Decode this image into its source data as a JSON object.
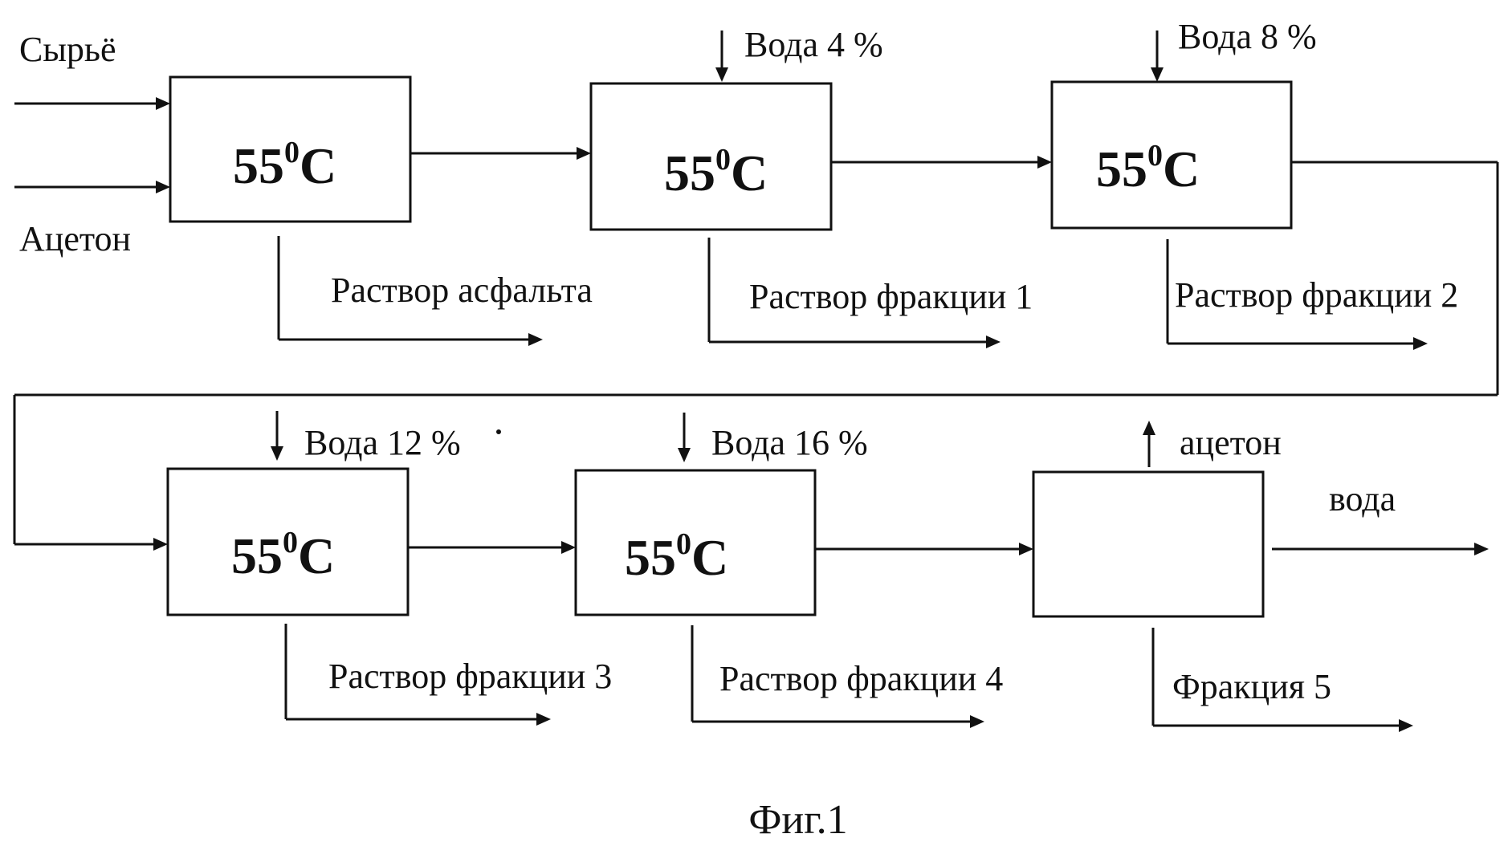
{
  "inputs": {
    "feed_label": "Сырьё",
    "acetone_label": "Ацетон"
  },
  "stages": [
    {
      "temperature_base": "55",
      "temperature_sup": "0",
      "temperature_unit": "C",
      "water_label": "",
      "outlet_label": "Раствор асфальта"
    },
    {
      "temperature_base": "55",
      "temperature_sup": "0",
      "temperature_unit": "C",
      "water_label": "Вода 4 %",
      "outlet_label": "Раствор фракции 1"
    },
    {
      "temperature_base": "55",
      "temperature_sup": "0",
      "temperature_unit": "C",
      "water_label": "Вода 8 %",
      "outlet_label": "Раствор фракции 2"
    },
    {
      "temperature_base": "55",
      "temperature_sup": "0",
      "temperature_unit": "C",
      "water_label": "Вода 12 %",
      "outlet_label": "Раствор фракции 3"
    },
    {
      "temperature_base": "55",
      "temperature_sup": "0",
      "temperature_unit": "C",
      "water_label": "Вода 16 %",
      "outlet_label": "Раствор фракции 4"
    }
  ],
  "final_unit": {
    "acetone_out_label": "ацетон",
    "water_out_label": "вода",
    "outlet_label": "Фракция 5"
  },
  "caption": "Фиг.1"
}
